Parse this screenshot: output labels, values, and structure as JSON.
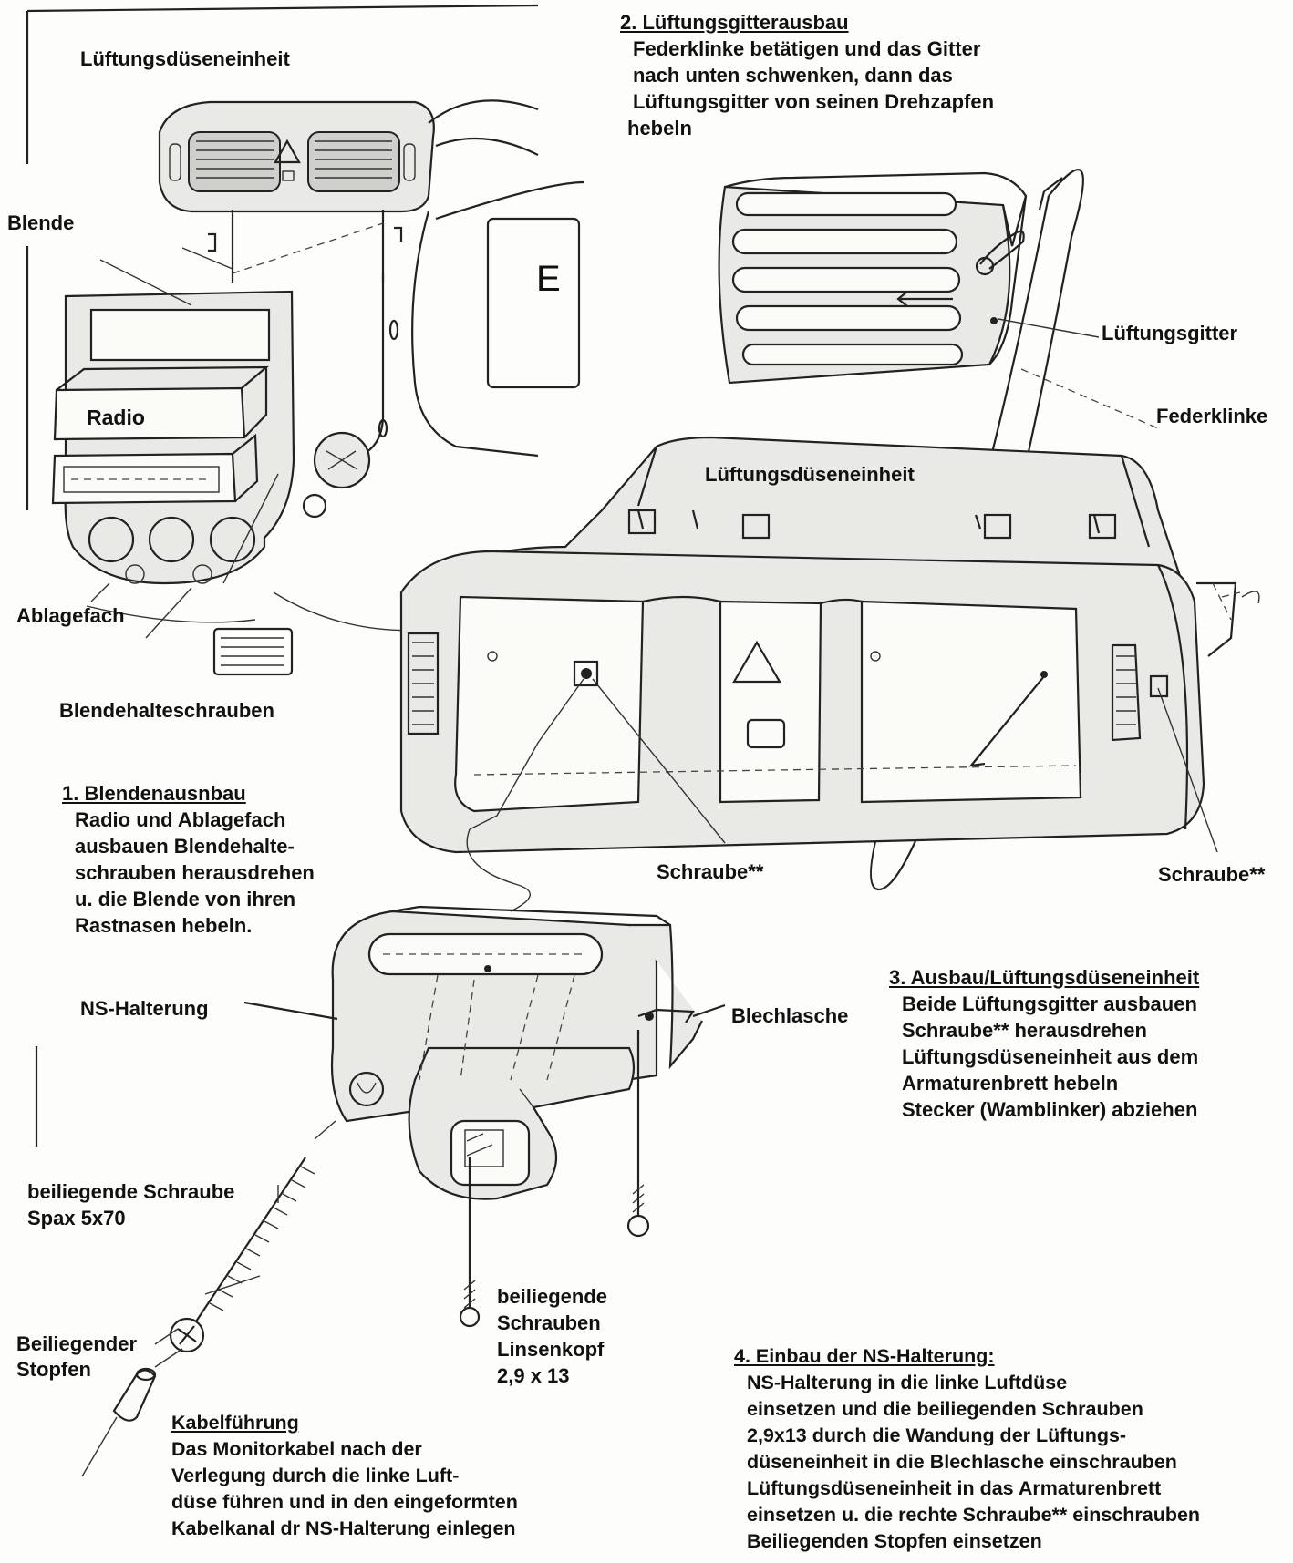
{
  "labels": {
    "lueftungsduese_top": "Lüftungsdüseneinheit",
    "blende": "Blende",
    "radio": "Radio",
    "ablagefach": "Ablagefach",
    "blendehalteschrauben": "Blendehalteschrauben",
    "lueftungsgitter": "Lüftungsgitter",
    "federklinke": "Federklinke",
    "lueftungsduese_mid": "Lüftungsdüseneinheit",
    "schraube_left": "Schraube**",
    "schraube_right": "Schraube**",
    "ns_halterung": "NS-Halterung",
    "blechlasche": "Blechlasche",
    "schraube_spax_1": "beiliegende Schraube",
    "schraube_spax_2": "Spax 5x70",
    "stopfen_1": "Beiliegender",
    "stopfen_2": "Stopfen",
    "linsenkopf_1": "beiliegende",
    "linsenkopf_2": "Schrauben",
    "linsenkopf_3": "Linsenkopf",
    "linsenkopf_4": "2,9 x 13",
    "dash_letter": "E"
  },
  "steps": {
    "step1": {
      "title": "1. Blendenausnbau",
      "lines": [
        "Radio und Ablagefach",
        "ausbauen Blendehalte-",
        "schrauben herausdrehen",
        "u. die Blende von ihren",
        "Rastnasen hebeln."
      ]
    },
    "step2": {
      "title": "2. Lüftungsgitterausbau",
      "lines": [
        "Federklinke betätigen und das Gitter",
        "nach unten schwenken, dann das",
        "Lüftungsgitter von seinen Drehzapfen",
        "hebeln"
      ]
    },
    "step3": {
      "title": "3. Ausbau/Lüftungsdüseneinheit",
      "lines": [
        "Beide Lüftungsgitter ausbauen",
        "Schraube** herausdrehen",
        "Lüftungsdüseneinheit aus dem",
        "Armaturenbrett hebeln",
        "Stecker (Wamblinker) abziehen"
      ]
    },
    "step4": {
      "title": "4. Einbau der NS-Halterung:",
      "lines": [
        "NS-Halterung in die linke Luftdüse",
        "einsetzen und die beiliegenden Schrauben",
        "2,9x13 durch die Wandung der Lüftungs-",
        "düseneinheit in die Blechlasche einschrauben",
        "Lüftungsdüseneinheit in das Armaturenbrett",
        "einsetzen u. die rechte Schraube** einschrauben",
        "Beiliegenden Stopfen einsetzen"
      ]
    },
    "kabel": {
      "title": "Kabelführung",
      "lines": [
        "Das Monitorkabel nach der",
        "Verlegung durch die linke Luft-",
        "düse führen und in den eingeformten",
        "Kabelkanal dr NS-Halterung einlegen"
      ]
    }
  }
}
